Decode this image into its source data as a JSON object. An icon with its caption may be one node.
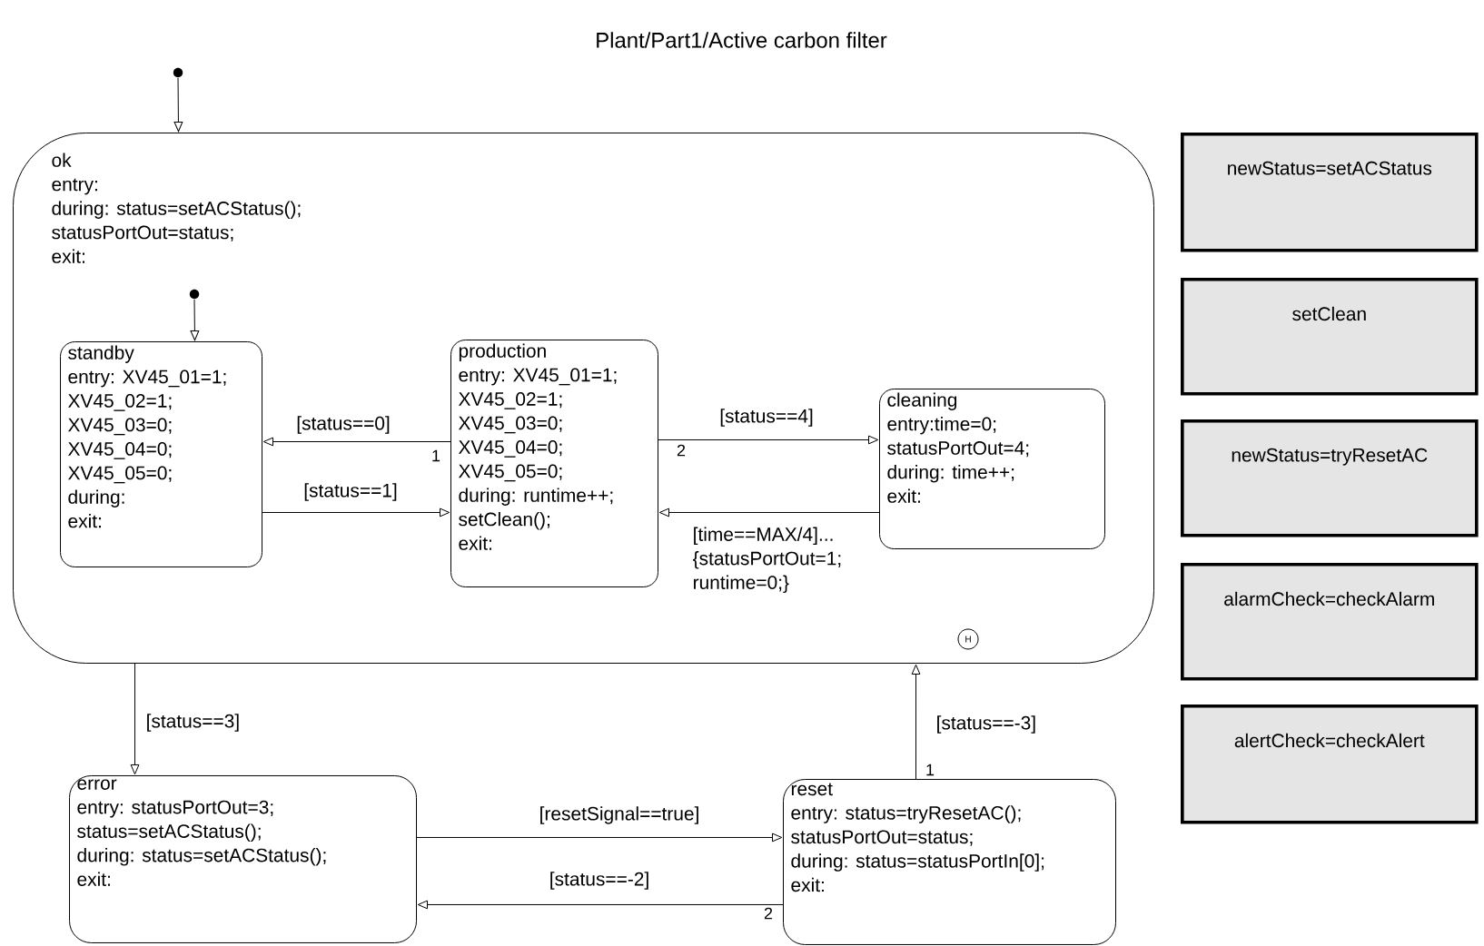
{
  "diagram": {
    "title": "Plant/Part1/Active carbon filter",
    "nodes": [
      {
        "text": [],
        "shape": "circle"
      },
      {
        "text": [
          "ok",
          "entry:",
          "during: status=setACStatus();",
          "statusPortOut=status;",
          "exit:"
        ]
      },
      {
        "text": [],
        "shape": "circle",
        "in": 1
      },
      {
        "text": [
          "standby",
          "entry: XV45_01=1;",
          "XV45_02=1;",
          "XV45_03=0;",
          "XV45_04=0;",
          "XV45_05=0;",
          "during:",
          "exit:"
        ],
        "in": 1
      },
      {
        "text": [
          "production",
          "entry: XV45_01=1;",
          "XV45_02=1;",
          "XV45_03=0;",
          "XV45_04=0;",
          "XV45_05=0;",
          "during: runtime++;",
          "setClean();",
          "exit:"
        ],
        "in": 1
      },
      {
        "text": [
          "cleaning",
          "entry:time=0;",
          "statusPortOut=4;",
          "during: time++;",
          "exit:"
        ],
        "in": 1
      },
      {
        "text": [
          "H"
        ],
        "in": 1
      },
      {
        "text": [
          "error",
          "entry: statusPortOut=3;",
          "status=setACStatus();",
          "during: status=setACStatus();",
          "exit:"
        ]
      },
      {
        "text": [
          "reset",
          "entry: status=tryResetAC();",
          "statusPortOut=status;",
          "during: status=statusPortIn[0];",
          "exit:"
        ]
      },
      {
        "text": [
          "newStatus=setACStatus"
        ]
      },
      {
        "text": [
          "setClean"
        ]
      },
      {
        "text": [
          "newStatus=tryResetAC"
        ]
      },
      {
        "text": [
          "alarmCheck=checkAlarm"
        ]
      },
      {
        "text": [
          "alertCheck=checkAlert"
        ]
      }
    ],
    "edges": [
      {
        "from": 0,
        "to": 1,
        "arrow": "to"
      },
      {
        "from": 2,
        "to": 3,
        "arrow": "to"
      },
      {
        "from": 4,
        "to": 3,
        "arrow": "to",
        "label": "[status==0]"
      },
      {
        "from": 3,
        "to": 4,
        "arrow": "to",
        "label": "[status==1]"
      },
      {
        "from": 4,
        "to": 5,
        "arrow": "to",
        "label": "[status==4]"
      },
      {
        "from": 5,
        "to": 4,
        "arrow": "to",
        "label": "[time==MAX/4]... {statusPortOut=1; runtime=0;}"
      },
      {
        "from": 1,
        "to": 7,
        "arrow": "to",
        "label": "[status==3]"
      },
      {
        "from": 8,
        "to": 1,
        "arrow": "to",
        "label": "[status==-3]"
      },
      {
        "from": 7,
        "to": 8,
        "arrow": "to",
        "label": "[resetSignal==true]"
      },
      {
        "from": 8,
        "to": 7,
        "arrow": "to",
        "label": "[status==-2]"
      }
    ],
    "labels": [
      "1",
      "2",
      "1",
      "2"
    ]
  }
}
